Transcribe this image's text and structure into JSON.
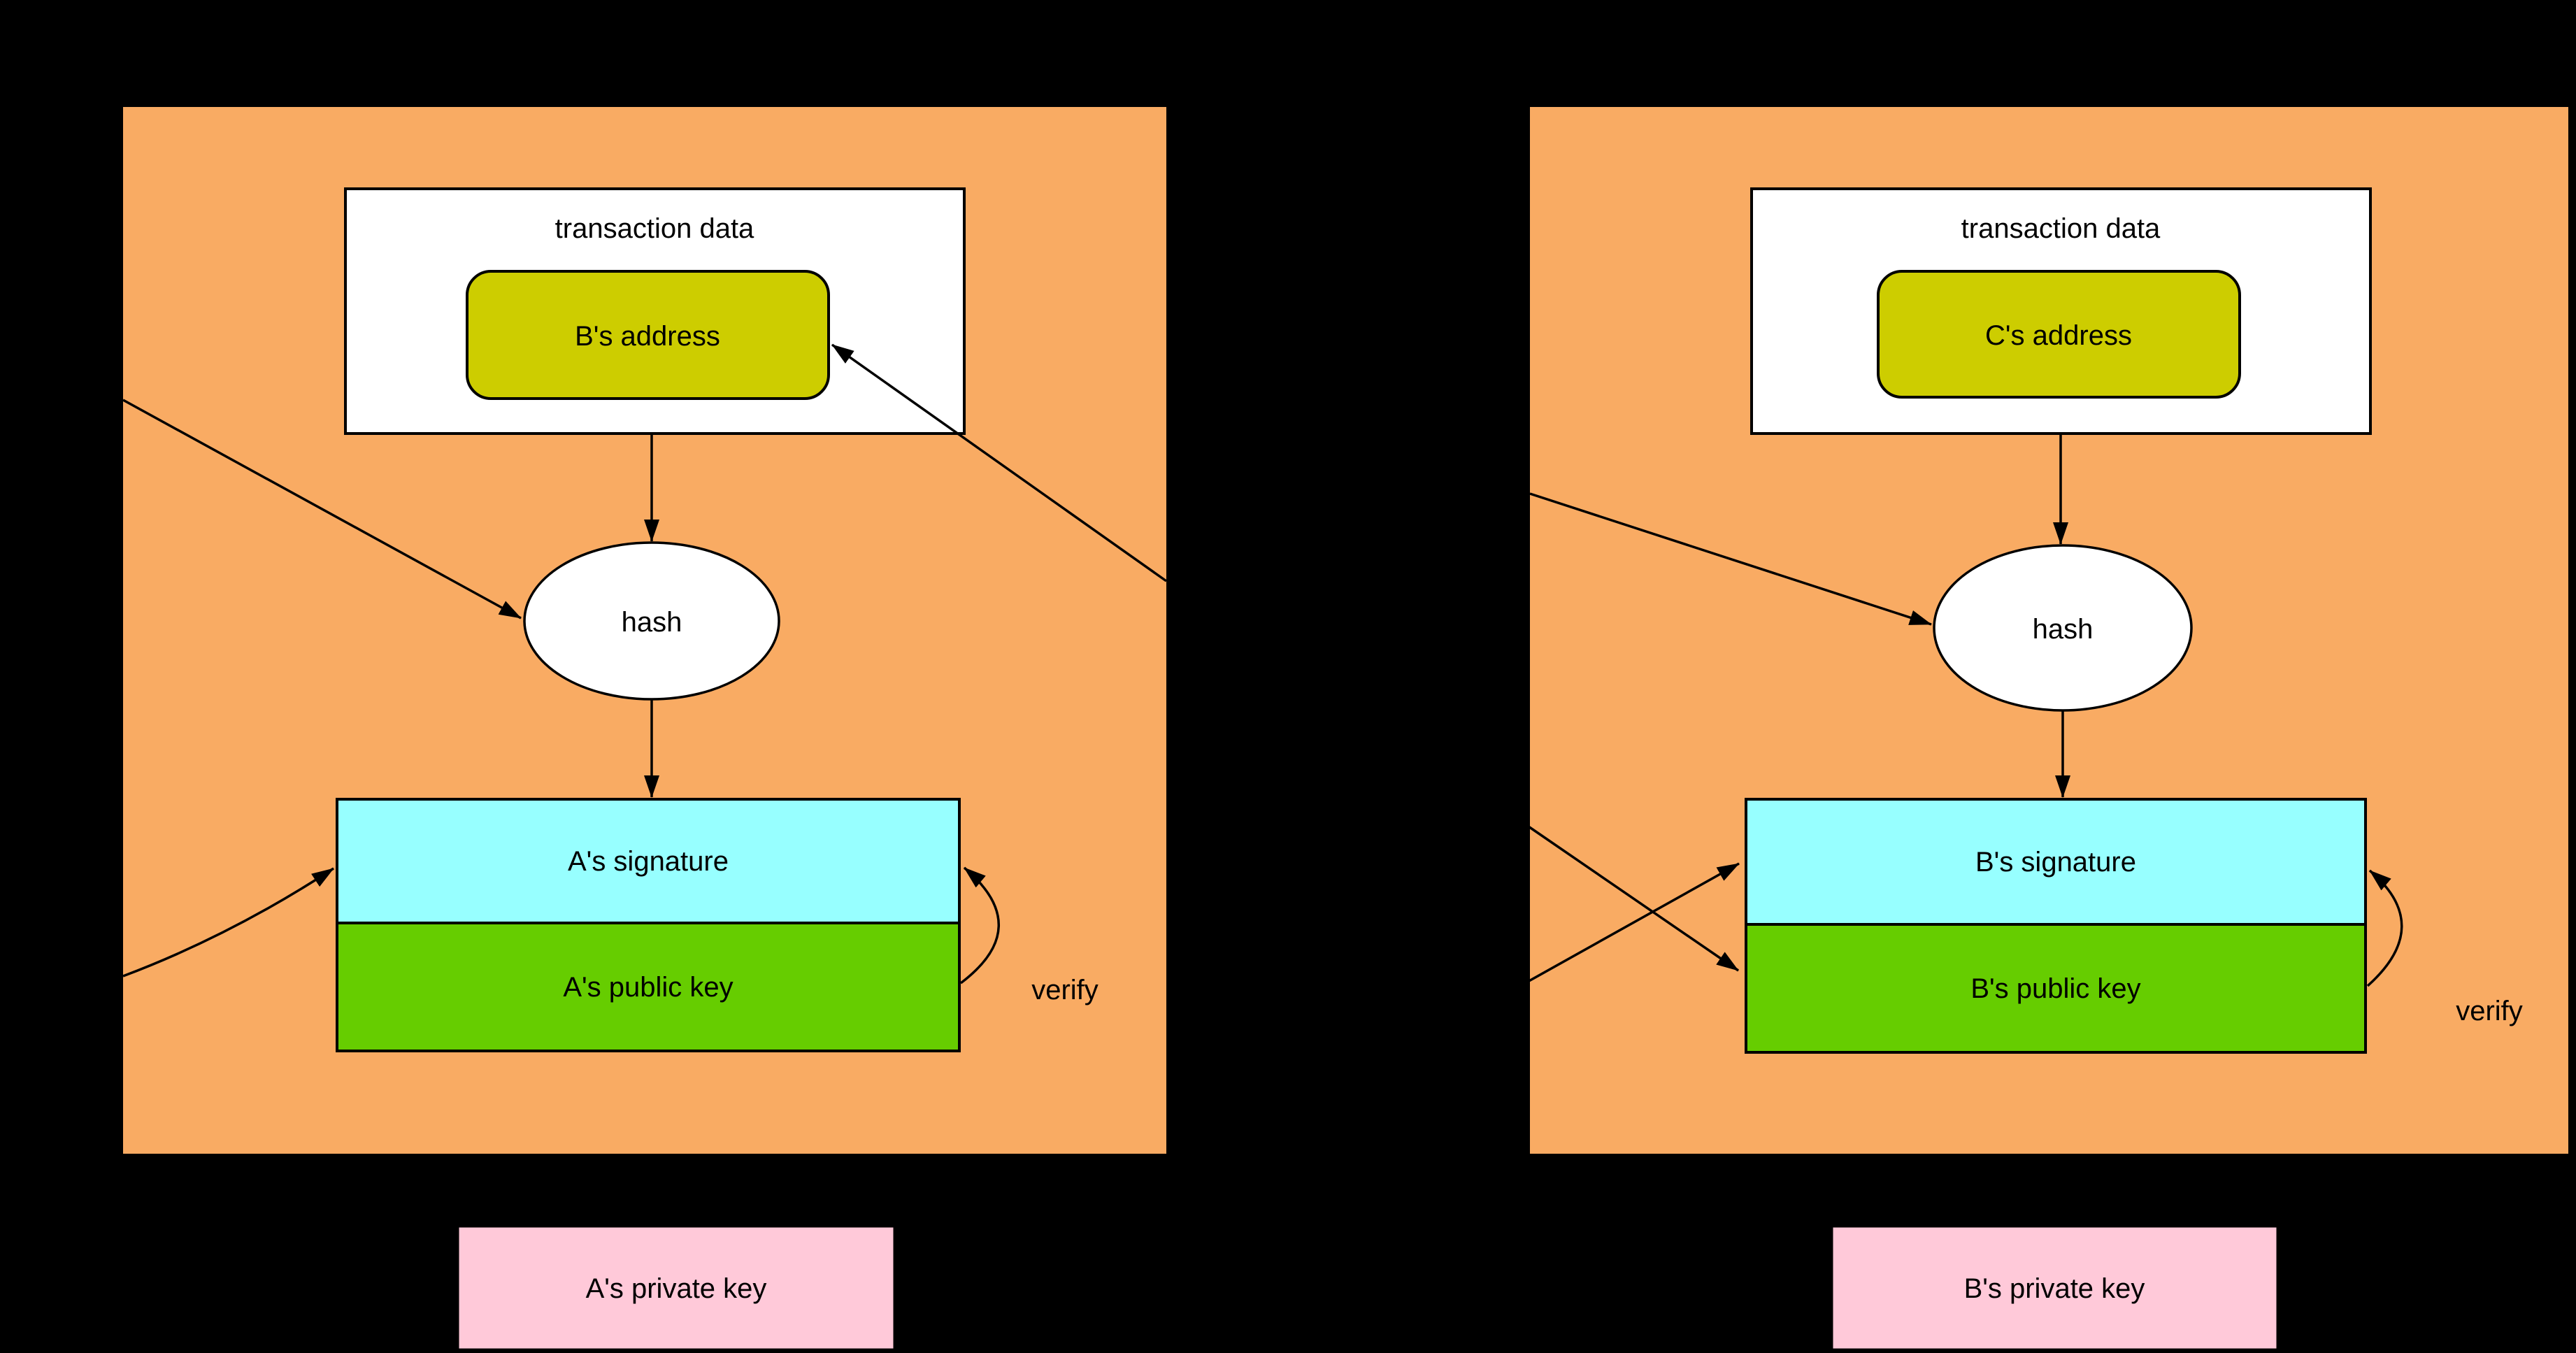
{
  "diagram_type": "transaction-signing-diagram",
  "colors": {
    "background": "#000000",
    "panel_fill": "#F9AB63",
    "transaction_data_fill": "#FFFFFF",
    "address_fill": "#CDCD00",
    "hash_fill": "#FFFFFF",
    "signature_fill": "#97FFFF",
    "public_key_fill": "#66CD00",
    "private_key_fill": "#FFC9D9",
    "line": "#000000"
  },
  "panels": [
    {
      "id": "transaction-1",
      "transaction_data_label": "transaction data",
      "address_label": "B's address",
      "hash_label": "hash",
      "signature_label": "A's signature",
      "public_key_label": "A's public key",
      "verify_label": "verify",
      "private_key_label": "A's private key"
    },
    {
      "id": "transaction-2",
      "transaction_data_label": "transaction data",
      "address_label": "C's address",
      "hash_label": "hash",
      "signature_label": "B's signature",
      "public_key_label": "B's public key",
      "verify_label": "verify",
      "private_key_label": "B's private key"
    }
  ]
}
